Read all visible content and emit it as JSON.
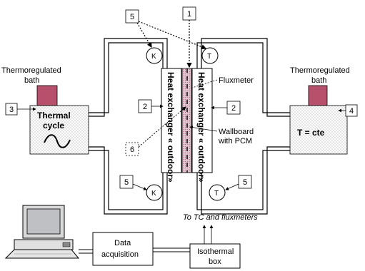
{
  "labels": {
    "left_bath_title_line1": "Thermoregulated",
    "left_bath_title_line2": "bath",
    "right_bath_title_line1": "Thermoregulated",
    "right_bath_title_line2": "bath",
    "thermal_cycle_line1": "Thermal",
    "thermal_cycle_line2": "cycle",
    "right_bath_value": "T = cte",
    "fluxmeter": "Fluxmeter",
    "wallboard_line1": "Wallboard",
    "wallboard_line2": "with PCM",
    "heat_exchanger_left": "Heat exchanger « outdoor»",
    "heat_exchanger_right": "Heat exchanger « outdoor»",
    "to_tc": "To TC and fluxmeters",
    "data_acq_line1": "Data",
    "data_acq_line2": "acquisition",
    "iso_line1": "Isothermal",
    "iso_line2": "box",
    "sensor_k": "K",
    "sensor_t": "T"
  },
  "callouts": {
    "c1": "1",
    "c2_left": "2",
    "c2_right": "2",
    "c3": "3",
    "c4": "4",
    "c5_top": "5",
    "c5_bottom_left": "5",
    "c5_bottom_right": "5",
    "c6": "6"
  },
  "colors": {
    "bath_cap": "#b7506b",
    "pcm_fill": "#d8b7c4",
    "bath_hatch": "#d9d9d9",
    "line": "#000000"
  }
}
